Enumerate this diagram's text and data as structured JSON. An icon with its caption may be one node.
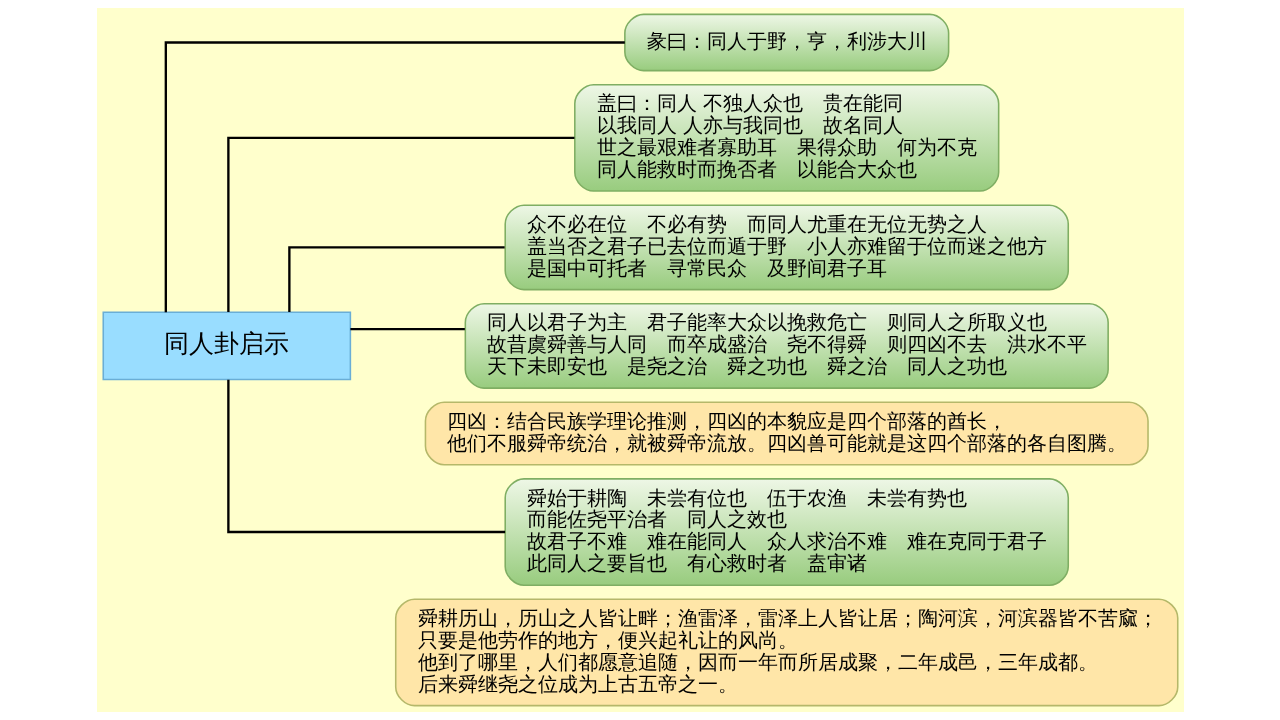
{
  "diagram": {
    "nodes": [
      {
        "text": [
          "同人卦启示"
        ]
      },
      {
        "text": [
          "彖曰：同人于野，亨，利涉大川"
        ]
      },
      {
        "text": [
          "盖曰：同人 不独人众也　贵在能同",
          "以我同人 人亦与我同也　故名同人",
          "世之最艰难者寡助耳　果得众助　何为不克",
          "同人能救时而挽否者　以能合大众也"
        ]
      },
      {
        "text": [
          "众不必在位　不必有势　而同人尤重在无位无势之人",
          "盖当否之君子已去位而遁于野　小人亦难留于位而迷之他方",
          "是国中可托者　寻常民众　及野间君子耳"
        ]
      },
      {
        "text": [
          "同人以君子为主　君子能率大众以挽救危亡　则同人之所取义也",
          "故昔虞舜善与人同　而卒成盛治　尧不得舜　则四凶不去　洪水不平",
          "天下未即安也　是尧之治　舜之功也　舜之治　同人之功也"
        ]
      },
      {
        "text": [
          "四凶：结合民族学理论推测，四凶的本貌应是四个部落的酋长，",
          "他们不服舜帝统治，就被舜帝流放。四凶兽可能就是这四个部落的各自图腾。"
        ]
      },
      {
        "text": [
          "舜始于耕陶　未尝有位也　伍于农渔　未尝有势也",
          "而能佐尧平治者　同人之效也",
          "故君子不难　难在能同人　众人求治不难　难在克同于君子",
          "此同人之要旨也　有心救时者　盍审诸"
        ]
      },
      {
        "text": [
          "舜耕历山，历山之人皆让畔；渔雷泽，雷泽上人皆让居；陶河滨，河滨器皆不苦窳；",
          "只要是他劳作的地方，便兴起礼让的风尚。",
          "他到了哪里，人们都愿意追随，因而一年而所居成聚，二年成邑，三年成都。",
          "后来舜继尧之位成为上古五帝之一。"
        ]
      }
    ],
    "edges": [
      {
        "from": 0,
        "to": 1,
        "arrow": "none"
      },
      {
        "from": 0,
        "to": 2,
        "arrow": "none"
      },
      {
        "from": 0,
        "to": 3,
        "arrow": "none"
      },
      {
        "from": 0,
        "to": 4,
        "arrow": "none"
      },
      {
        "from": 0,
        "to": 6,
        "arrow": "none"
      }
    ]
  }
}
